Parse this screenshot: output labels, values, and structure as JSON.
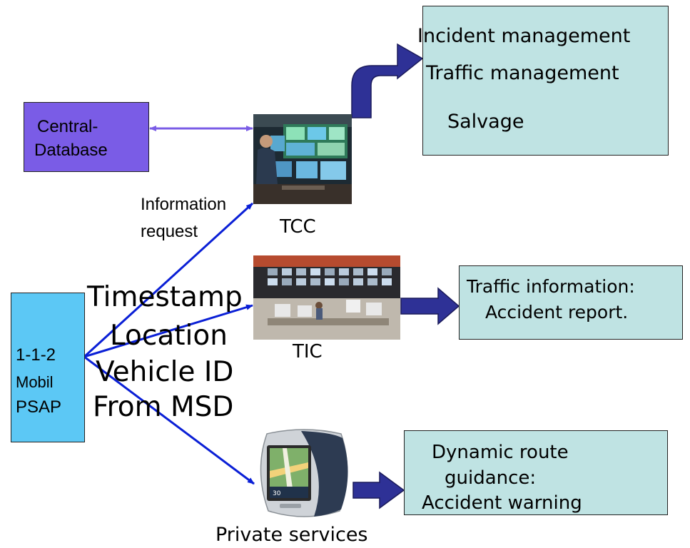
{
  "nodes": {
    "central_db": {
      "line1": "Central-",
      "line2": "Database"
    },
    "psap": {
      "line1": "1-1-2",
      "line2": "Mobil",
      "line3": "PSAP"
    },
    "tcc_label": "TCC",
    "tic_label": "TIC",
    "private_label": "Private services",
    "tcc_outputs": {
      "line1": "Incident management",
      "line2": "Traffic management",
      "line3": "Salvage"
    },
    "tic_output": {
      "line1": "Traffic information:",
      "line2": "Accident report."
    },
    "private_output": {
      "line1": "Dynamic route",
      "line2": "guidance:",
      "line3": "Accident warning"
    }
  },
  "edge_labels": {
    "info_request": {
      "line1": "Information",
      "line2": "request"
    },
    "msd_fields": {
      "line1": "Timestamp",
      "line2": "Location",
      "line3": "Vehicle ID",
      "line4": "From MSD"
    }
  },
  "colors": {
    "db_fill": "#7a5ce6",
    "psap_fill": "#5cc8f5",
    "output_fill": "#bfe3e3",
    "arrow_blue": "#0a1fd6",
    "block_arrow": "#2e3196"
  }
}
